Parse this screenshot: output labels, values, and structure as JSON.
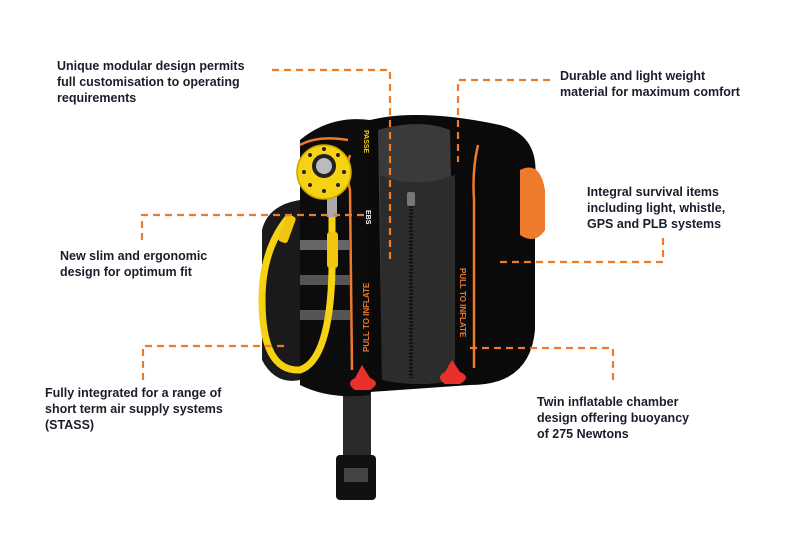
{
  "callouts": {
    "modular": [
      "Unique modular design permits",
      "full customisation to operating",
      "requirements"
    ],
    "durable": [
      "Durable and light weight",
      "material for maximum comfort"
    ],
    "survival": [
      "Integral survival items",
      "including light, whistle,",
      "GPS and PLB systems"
    ],
    "slim": [
      "New slim and ergonomic",
      "design for optimum fit"
    ],
    "stass": [
      "Fully integrated for a range of",
      "short term air supply systems",
      "(STASS)"
    ],
    "twin": [
      "Twin inflatable chamber",
      "design offering buoyancy",
      "of 275 Newtons"
    ]
  },
  "product_labels": {
    "pull_left": "PULL TO INFLATE",
    "pull_right": "PULL TO INFLATE",
    "ebs": "EBS",
    "brand": "PASSE"
  },
  "colors": {
    "accent": "#ee7a2c",
    "yellow": "#f5d312",
    "body": "#0c0c0c",
    "text": "#1c1c2a"
  }
}
